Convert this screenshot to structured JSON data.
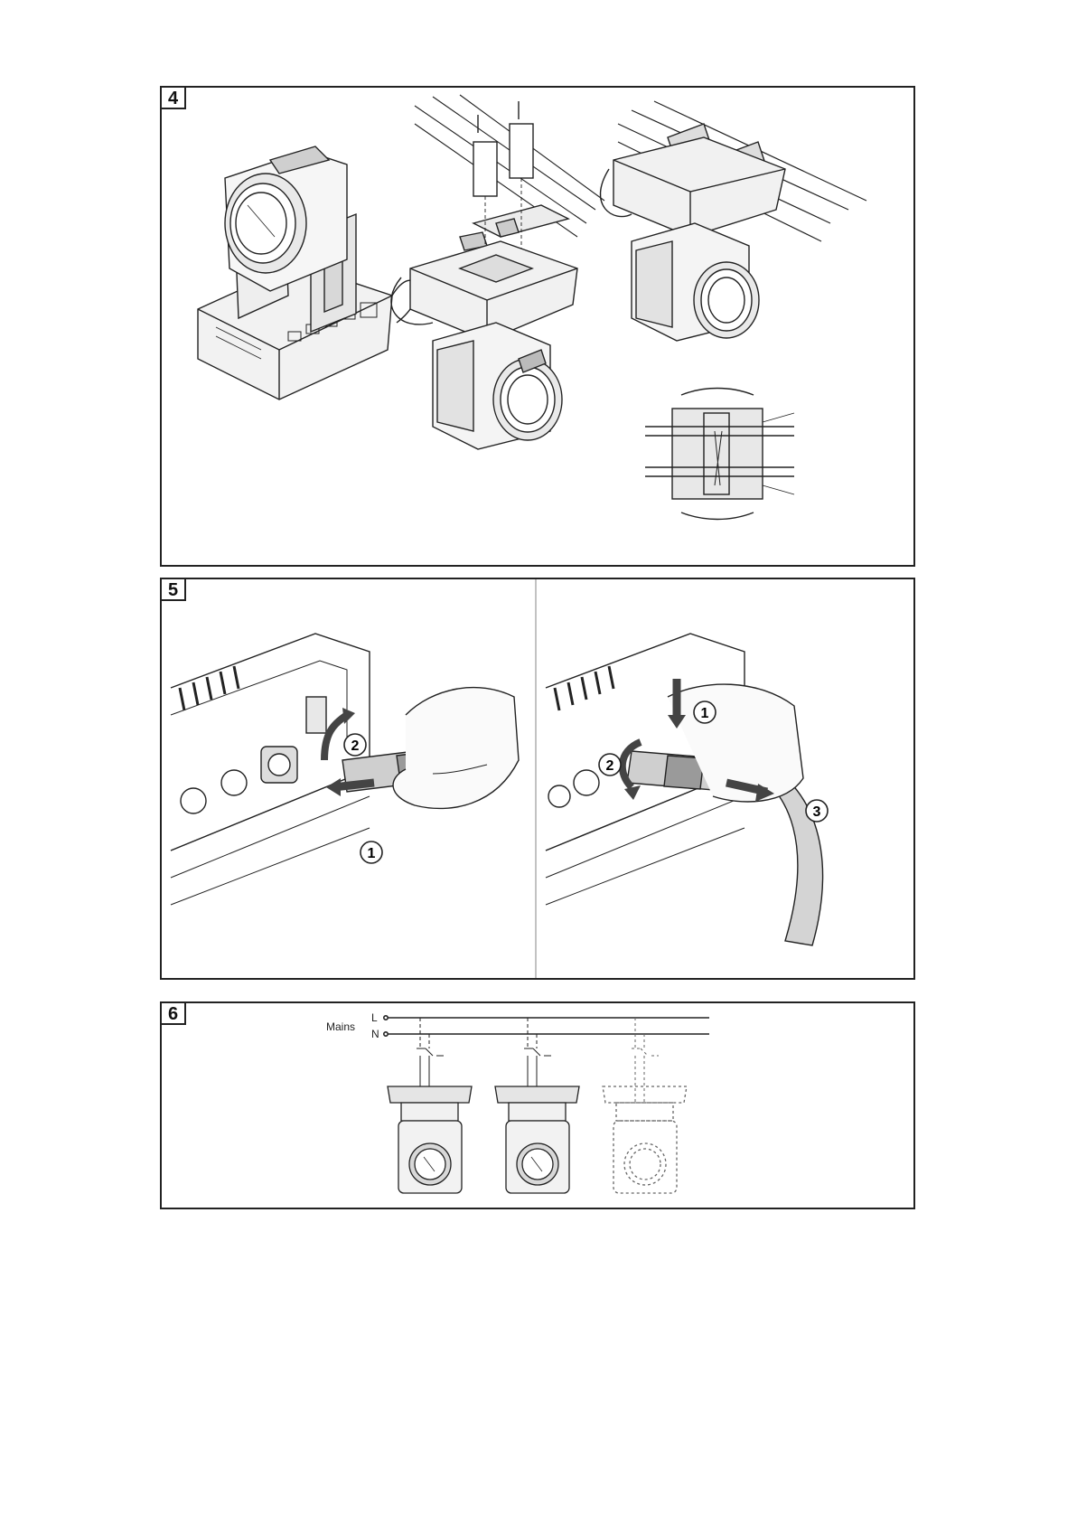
{
  "figures": {
    "fig4": {
      "number": "4"
    },
    "fig5": {
      "number": "5",
      "steps_left": [
        "2",
        "1"
      ],
      "steps_right": [
        "1",
        "2",
        "3"
      ]
    },
    "fig6": {
      "number": "6",
      "mains_label": "Mains",
      "line_l": "L",
      "line_n": "N"
    }
  },
  "colors": {
    "ink": "#222222",
    "fill_light": "#e9e9e9",
    "fill_mid": "#cfcfcf",
    "fill_dark": "#555555"
  }
}
